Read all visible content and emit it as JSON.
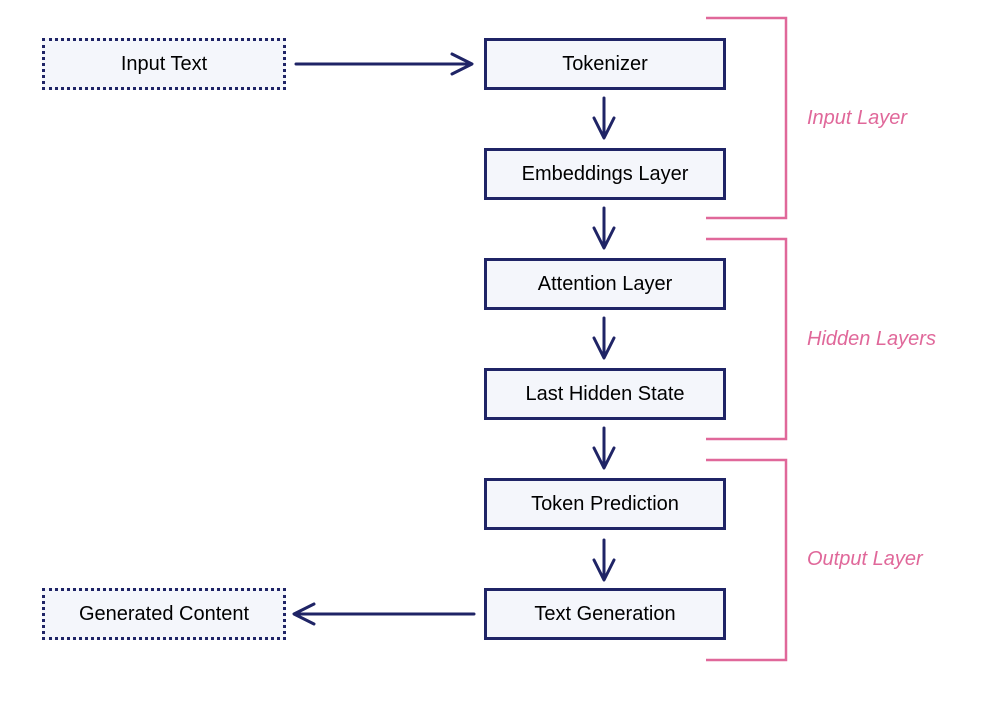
{
  "nodes": {
    "input_text": "Input Text",
    "tokenizer": "Tokenizer",
    "embeddings_layer": "Embeddings Layer",
    "attention_layer": "Attention Layer",
    "last_hidden_state": "Last Hidden State",
    "token_prediction": "Token Prediction",
    "text_generation": "Text Generation",
    "generated_content": "Generated Content"
  },
  "groups": {
    "input_layer": "Input Layer",
    "hidden_layers": "Hidden Layers",
    "output_layer": "Output Layer"
  },
  "colors": {
    "box_border": "#1f2466",
    "box_fill": "#f4f6fb",
    "arrow": "#1f2466",
    "bracket": "#e0689a",
    "group_label": "#e0689a"
  }
}
